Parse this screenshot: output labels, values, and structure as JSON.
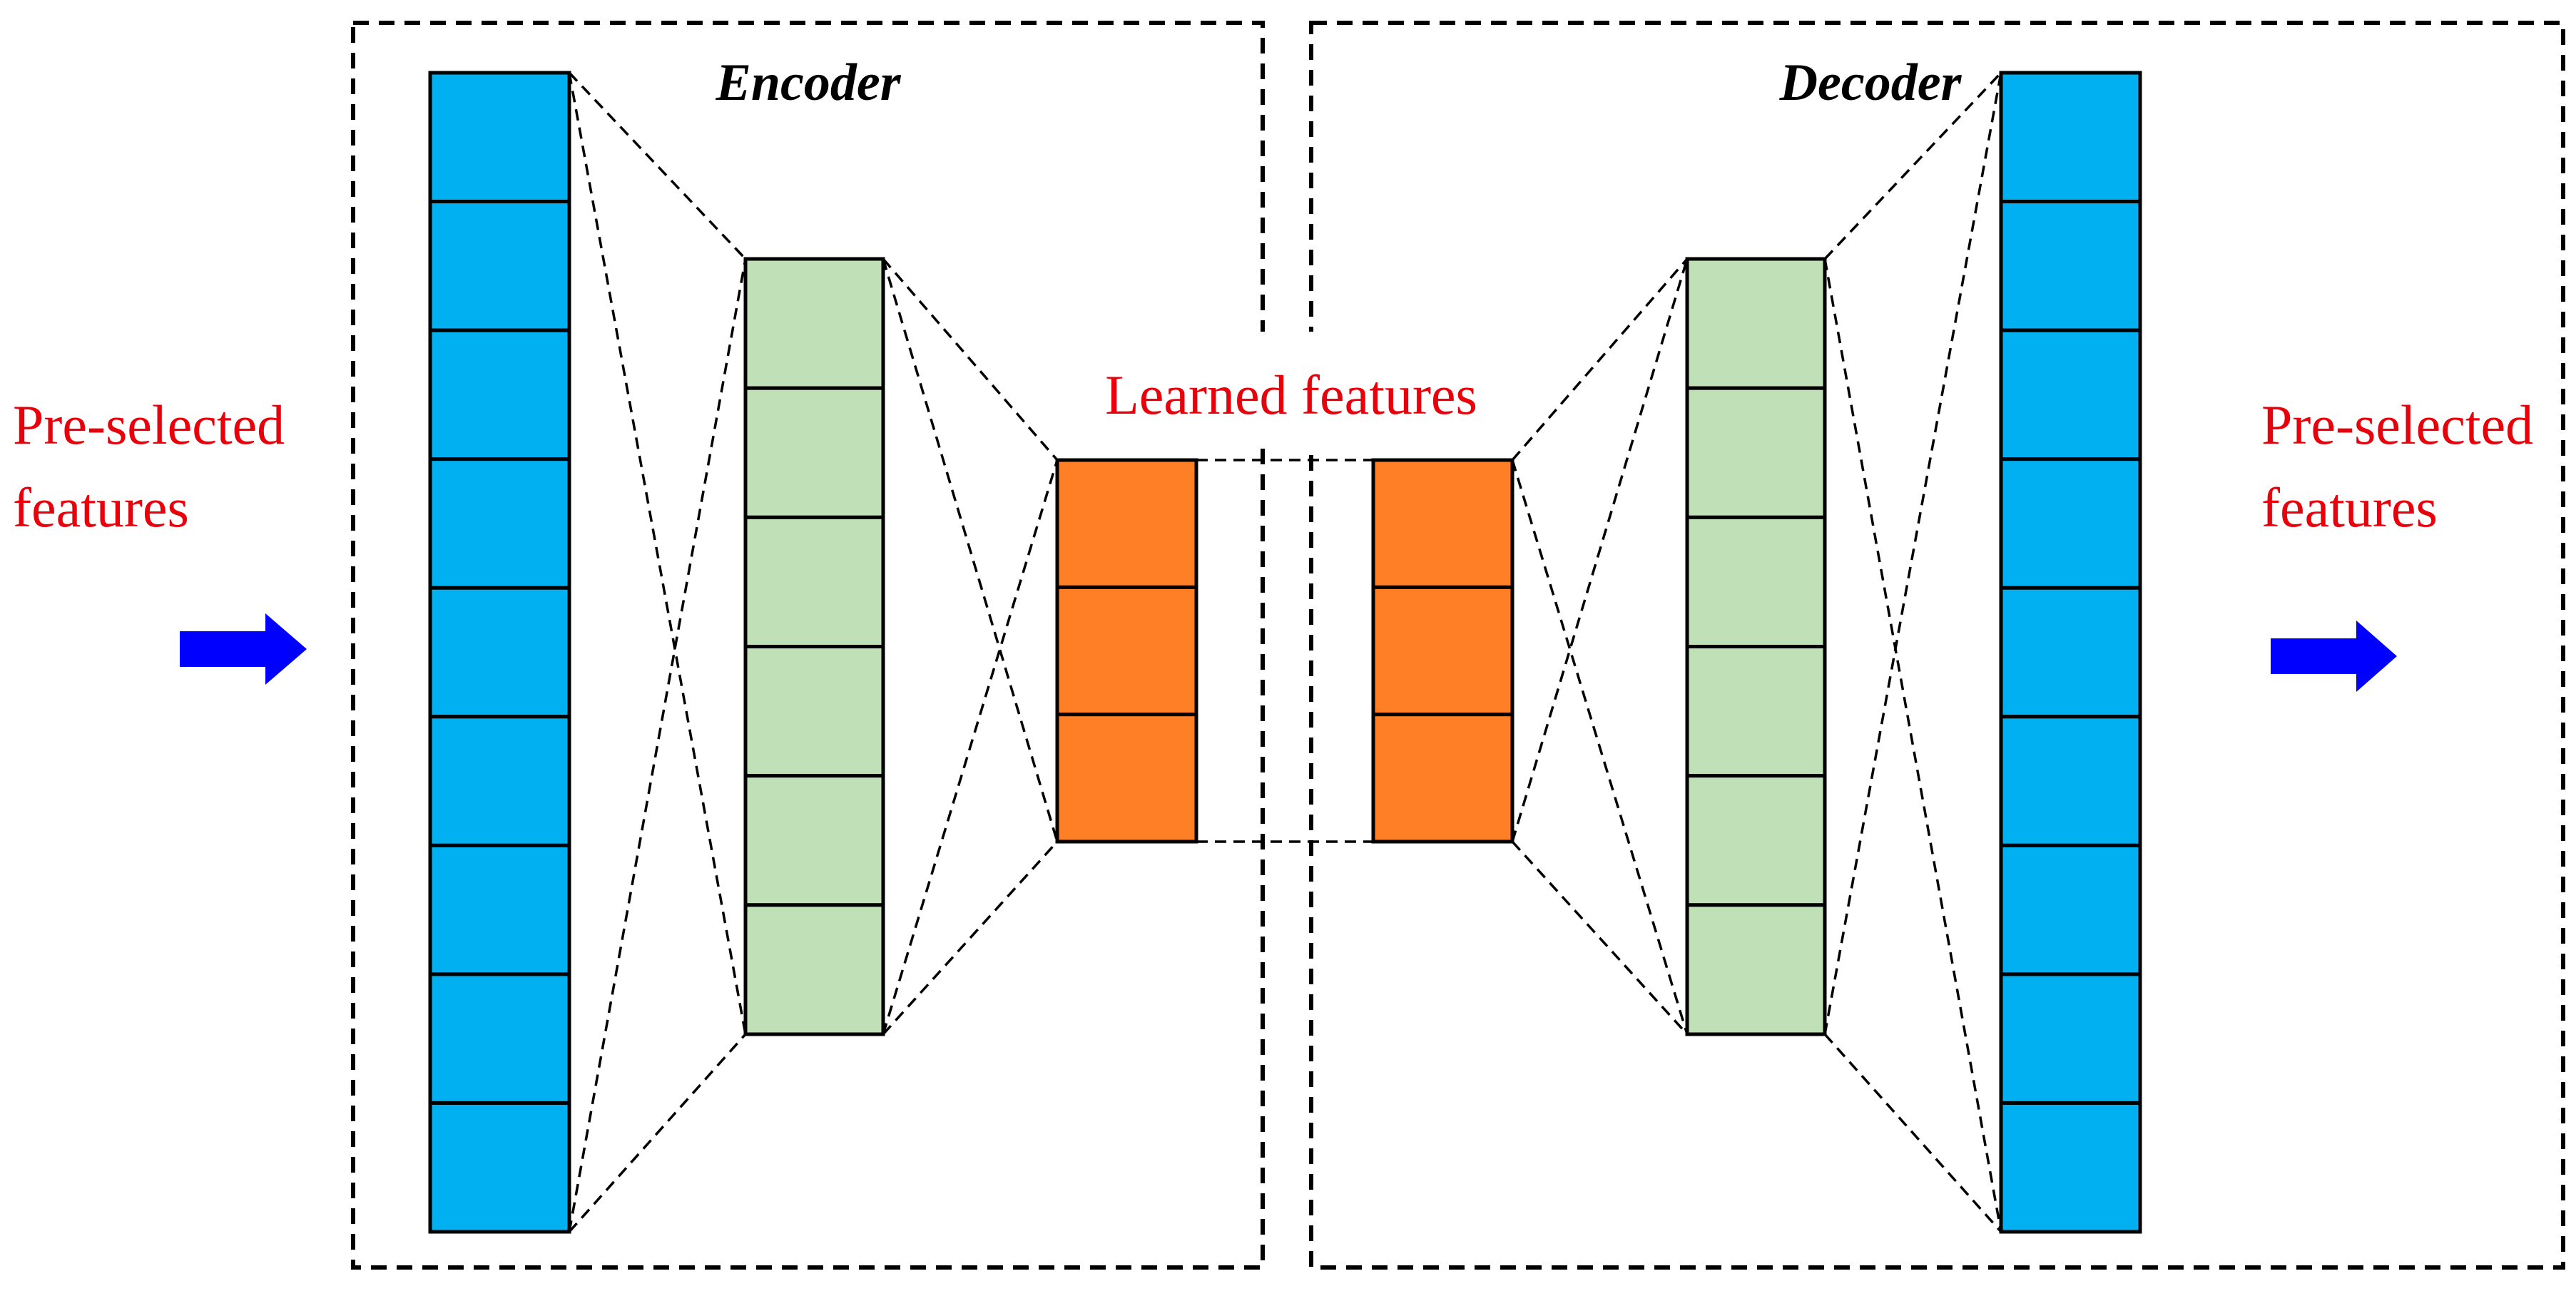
{
  "encoder_title": "Encoder",
  "decoder_title": "Decoder",
  "input_label_line1": "Pre-selected",
  "input_label_line2": "features",
  "output_label_line1": "Pre-selected",
  "output_label_line2": "features",
  "center_label": "Learned features",
  "colors": {
    "input_output_layer": "#00b0f0",
    "hidden_layer": "#c0e0b8",
    "code_layer": "#ff7f27",
    "label_text": "#e8000b",
    "arrow": "#0000ff"
  },
  "layers": {
    "encoder_input_units": 9,
    "encoder_hidden_units": 6,
    "encoder_code_units": 3,
    "decoder_code_units": 3,
    "decoder_hidden_units": 6,
    "decoder_output_units": 9
  }
}
